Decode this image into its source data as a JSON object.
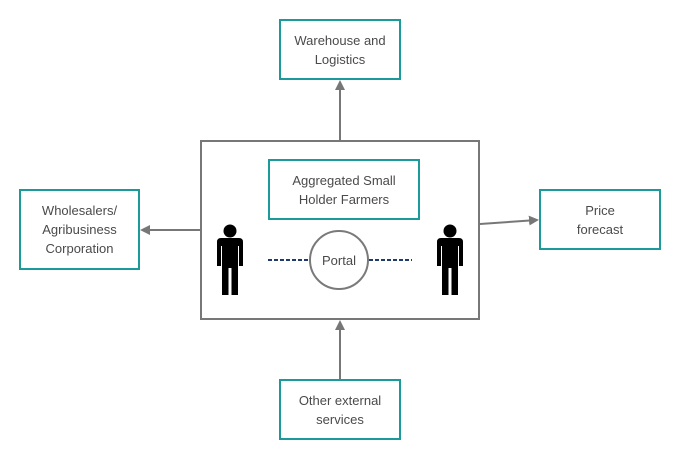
{
  "nodes": {
    "warehouse": "Warehouse and\nLogistics",
    "wholesalers": "Wholesalers/\nAgribusiness\nCorporation",
    "price_forecast": "Price\nforecast",
    "other_services": "Other external\nservices",
    "aggregated": "Aggregated Small\nHolder Farmers",
    "portal": "Portal"
  },
  "colors": {
    "node_border": "#1a9a9a",
    "platform_border": "#777777",
    "arrow": "#777777",
    "dashed_line": "#1f3b6e",
    "person": "#000000"
  },
  "icons": [
    "person-icon",
    "person-icon"
  ]
}
